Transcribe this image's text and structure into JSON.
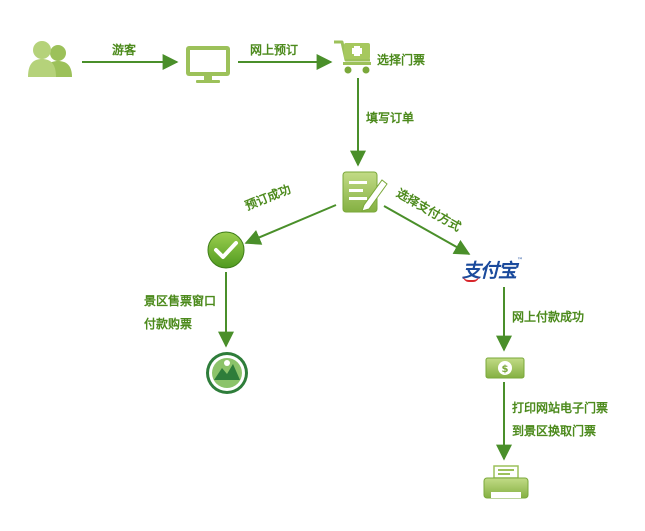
{
  "steps": {
    "visitor": "游客",
    "online_booking": "网上预订",
    "choose_ticket": "选择门票",
    "fill_order": "填写订单",
    "booking_success": "预订成功",
    "choose_payment": "选择支付方式",
    "scenic_window_line1": "景区售票窗口",
    "scenic_window_line2": "付款购票",
    "online_paid": "网上付款成功",
    "print_line1": "打印网站电子门票",
    "print_line2": "到景区换取门票"
  },
  "logo": {
    "alipay": "支付宝"
  },
  "colors": {
    "arrow": "#4a8f2a",
    "icon_light": "#a6c85e",
    "icon_dark": "#7aa83a",
    "text": "#4c8a1c",
    "alipay_blue": "#1a4a9c",
    "alipay_red": "#d8262c"
  }
}
